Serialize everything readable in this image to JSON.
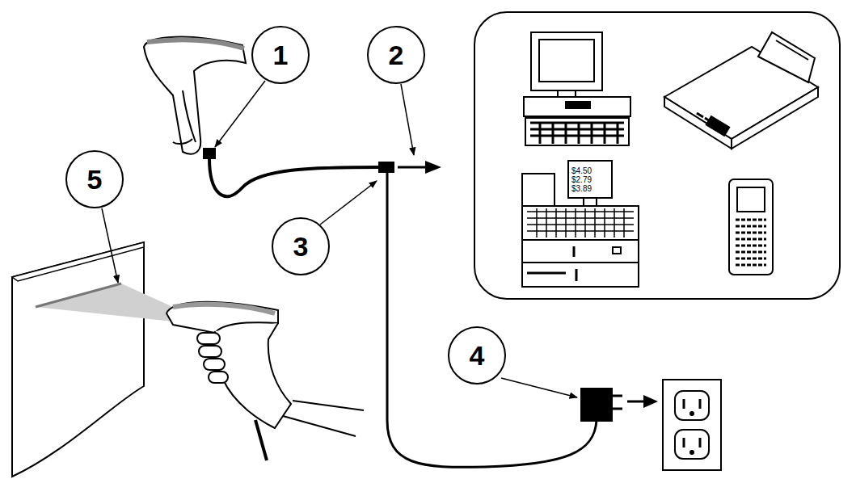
{
  "diagram": {
    "nodes": [
      {
        "text": [
          "1"
        ]
      },
      {
        "text": [
          "2"
        ]
      },
      {
        "text": [
          "$4.50 $2.79 $3.89"
        ]
      },
      {
        "text": [
          "5"
        ]
      },
      {
        "text": [
          "3"
        ]
      },
      {
        "text": [
          "4"
        ]
      }
    ]
  }
}
